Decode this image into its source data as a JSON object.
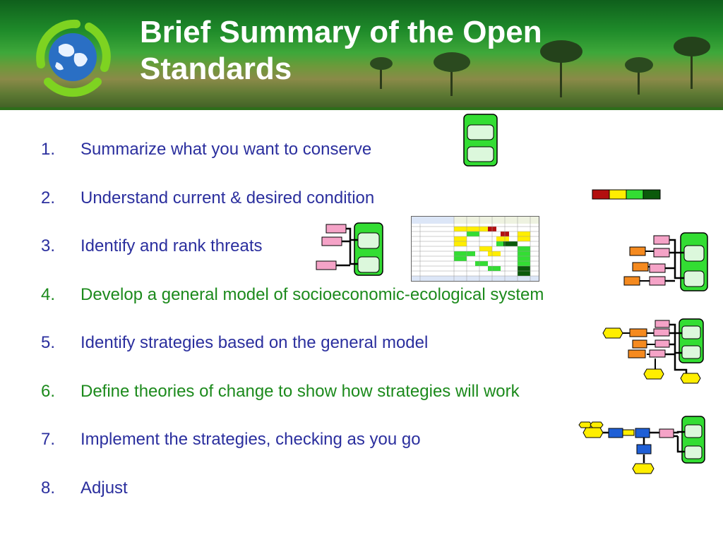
{
  "slide": {
    "title_line1": "Brief Summary of the Open",
    "title_line2": "Standards"
  },
  "steps": [
    {
      "number": "1.",
      "text": "Summarize what you want to conserve",
      "color": "#2b2f9e"
    },
    {
      "number": "2.",
      "text": "Understand current & desired condition",
      "color": "#2b2f9e"
    },
    {
      "number": "3.",
      "text": "Identify and rank threats",
      "color": "#2b2f9e"
    },
    {
      "number": "4.",
      "text": "Develop a general model of socioeconomic-ecological system",
      "color": "#1c8a1c"
    },
    {
      "number": "5.",
      "text": "Identify strategies based on the general model",
      "color": "#2b2f9e"
    },
    {
      "number": "6.",
      "text": "Define theories of change to show how strategies will work",
      "color": "#1c8a1c"
    },
    {
      "number": "7.",
      "text": "Implement the strategies, checking as you go",
      "color": "#2b2f9e"
    },
    {
      "number": "8.",
      "text": "Adjust",
      "color": "#2b2f9e"
    }
  ],
  "colors": {
    "target_green": "#33dd33",
    "threat_pink": "#f5a3c7",
    "factor_orange": "#f58a1f",
    "strategy_yellow": "#ffee00",
    "result_blue": "#1f5fd6",
    "viability_scale": [
      "#b30f0f",
      "#ffee00",
      "#33dd33",
      "#0b5a0b"
    ]
  },
  "icons": [
    "earth-globe-icon",
    "recycle-arrows-icon"
  ]
}
